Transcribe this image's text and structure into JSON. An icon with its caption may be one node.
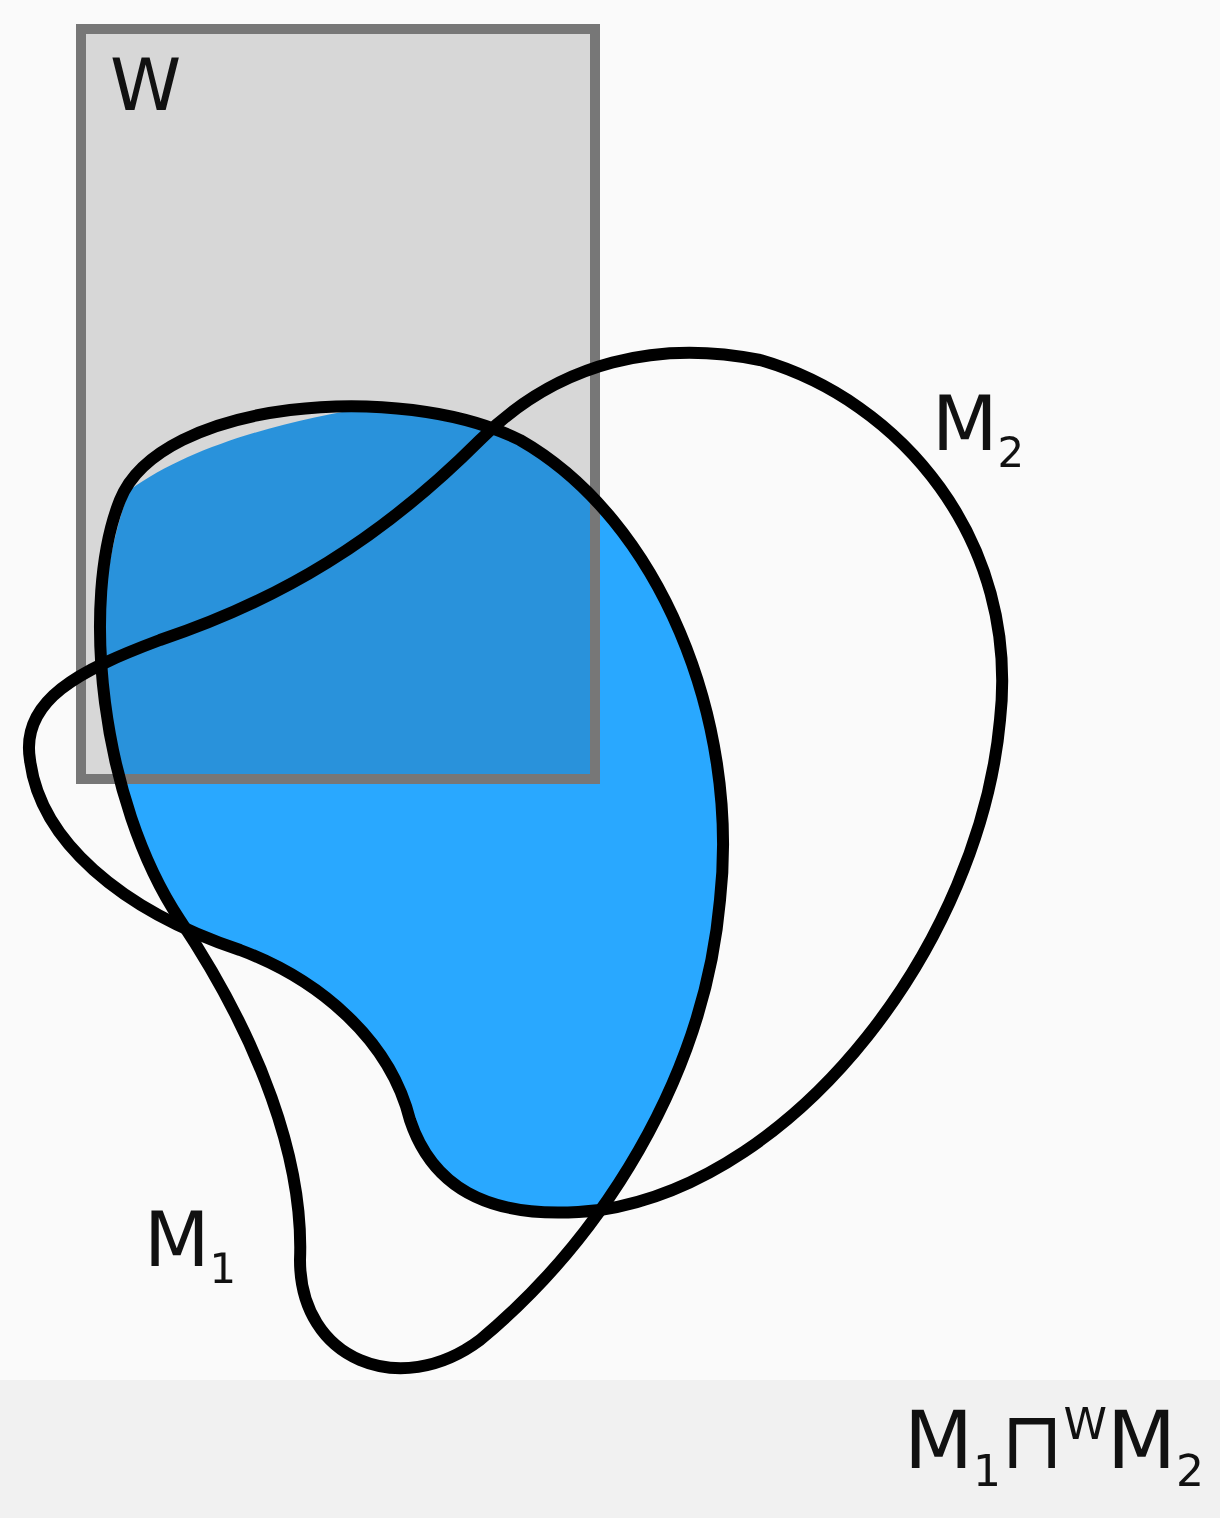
{
  "diagram": {
    "caption": "M$_{1}$⊓$^{W}$M$_{2}$",
    "nodes": [
      {
        "text": [
          "W"
        ]
      },
      {
        "text": [
          "M$_{1}$"
        ]
      },
      {
        "text": [
          "M$_{2}$"
        ]
      }
    ]
  }
}
